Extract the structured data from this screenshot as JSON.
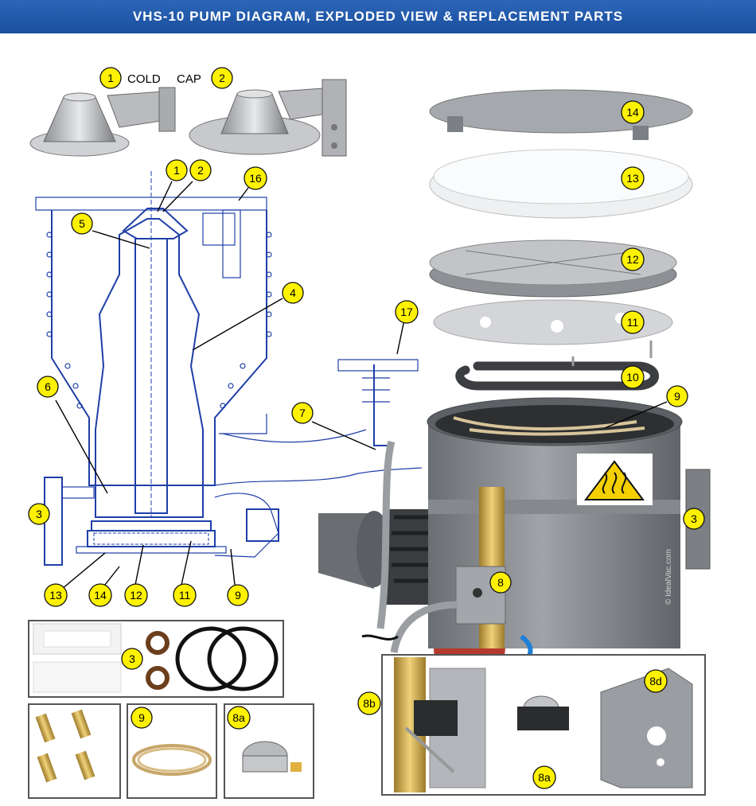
{
  "title": "VHS-10 PUMP DIAGRAM, EXPLODED VIEW & REPLACEMENT PARTS",
  "cap_labels": {
    "cold": "COLD",
    "cap": "CAP"
  },
  "watermark": "© IdealVac.com",
  "callouts": [
    "1",
    "2",
    "1",
    "2",
    "16",
    "5",
    "4",
    "6",
    "17",
    "7",
    "3",
    "13",
    "14",
    "12",
    "11",
    "9",
    "14",
    "13",
    "12",
    "11",
    "10",
    "9",
    "3",
    "8",
    "3",
    "9",
    "8a",
    "8b",
    "8a",
    "8d"
  ],
  "colors": {
    "title_bg": "#1a4f9e",
    "callout_fill": "#fff200",
    "blueprint": "#1f3fa8",
    "pump_body": "#7a7d82"
  }
}
